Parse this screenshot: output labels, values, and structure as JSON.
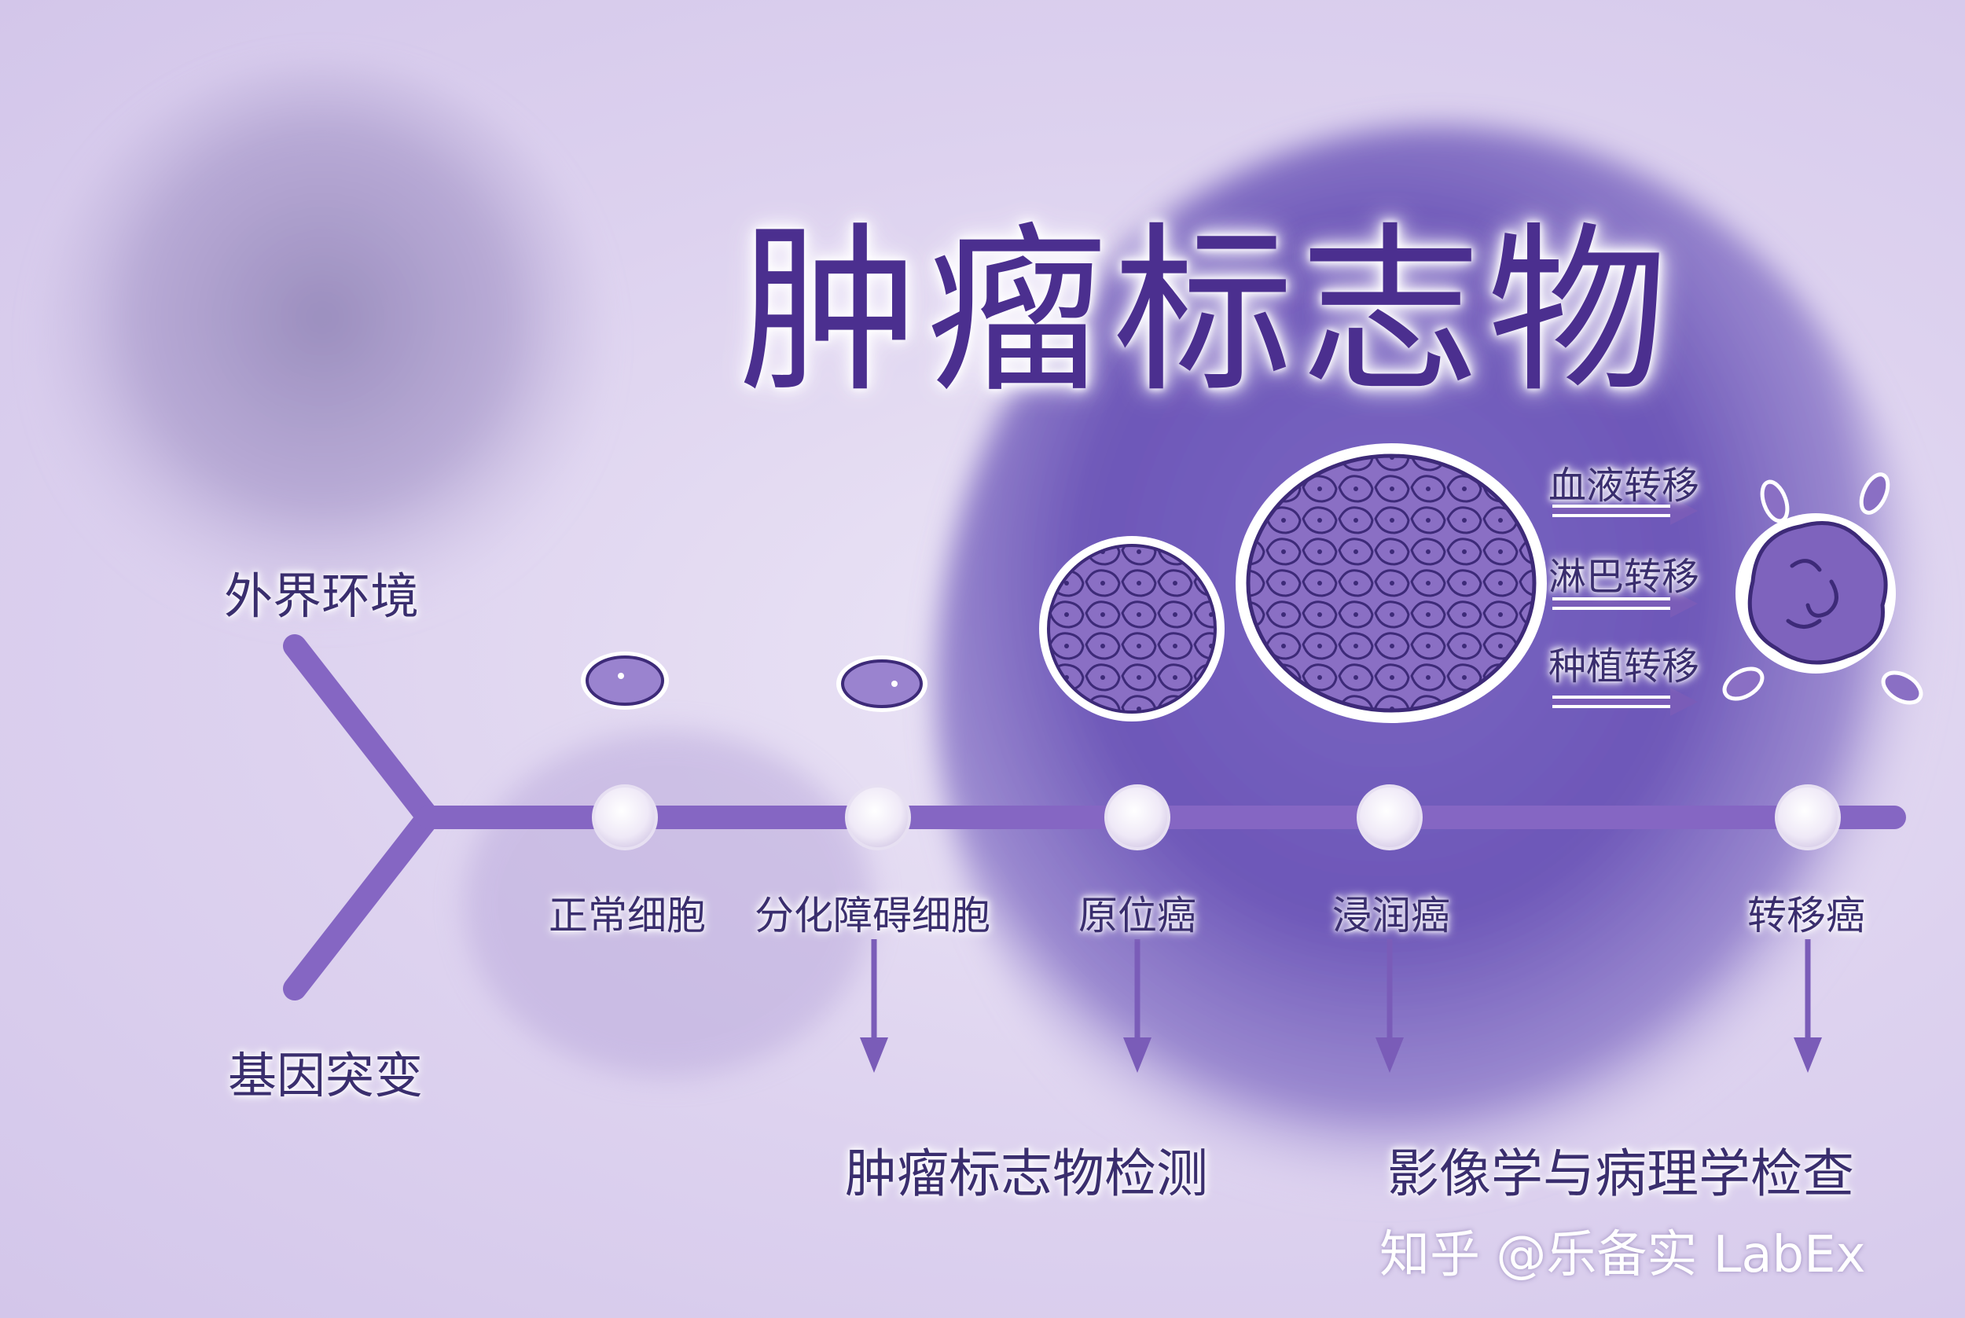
{
  "title": "肿瘤标志物",
  "factors": {
    "top": "外界环境",
    "bottom": "基因突变"
  },
  "stages": [
    {
      "name": "正常细胞"
    },
    {
      "name": "分化障碍细胞"
    },
    {
      "name": "原位癌"
    },
    {
      "name": "浸润癌"
    },
    {
      "name": "转移癌"
    }
  ],
  "metastasis_routes": [
    "血液转移",
    "淋巴转移",
    "种植转移"
  ],
  "detection": {
    "marker_test": "肿瘤标志物检测",
    "imaging_pathology": "影像学与病理学检查"
  },
  "watermark": "知乎 @乐备实 LabEx",
  "colors": {
    "accent": "#7a5cb8",
    "title": "#4b2f8f",
    "text": "#3a2e6e",
    "cell": "#8a6fc4",
    "cell_outline": "#3d2a78"
  }
}
